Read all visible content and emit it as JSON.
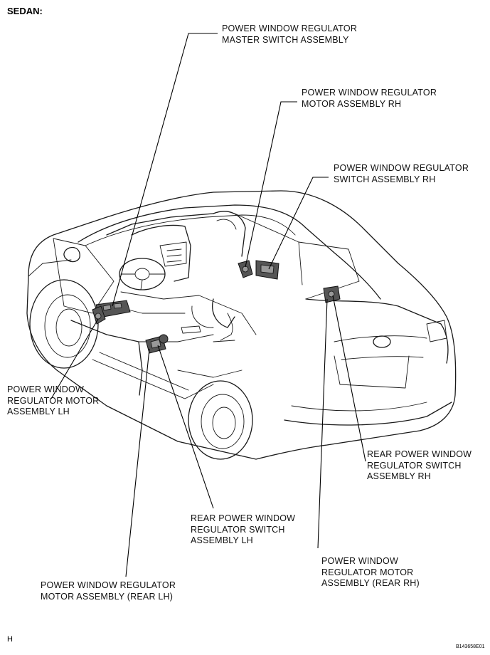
{
  "header": {
    "title": "SEDAN:"
  },
  "labels": {
    "master_switch": [
      "POWER WINDOW  REGULATOR",
      "MASTER SWITCH ASSEMBLY"
    ],
    "motor_rh": [
      "POWER WINDOW REGULATOR",
      "MOTOR ASSEMBLY RH"
    ],
    "switch_rh": [
      "POWER WINDOW REGULATOR",
      "SWITCH ASSEMBLY RH"
    ],
    "motor_lh": [
      "POWER WINDOW",
      "REGULATOR MOTOR",
      "ASSEMBLY LH"
    ],
    "rear_switch_rh": [
      "REAR POWER WINDOW",
      "REGULATOR SWITCH",
      "ASSEMBLY RH"
    ],
    "rear_switch_lh": [
      "REAR POWER WINDOW",
      "REGULATOR SWITCH",
      "ASSEMBLY LH"
    ],
    "motor_rear_rh": [
      "POWER WINDOW",
      "REGULATOR MOTOR",
      "ASSEMBLY (REAR RH)"
    ],
    "motor_rear_lh": [
      "POWER WINDOW REGULATOR",
      "MOTOR ASSEMBLY (REAR LH)"
    ]
  },
  "footer": {
    "left": "H",
    "right": "B143658E01"
  }
}
